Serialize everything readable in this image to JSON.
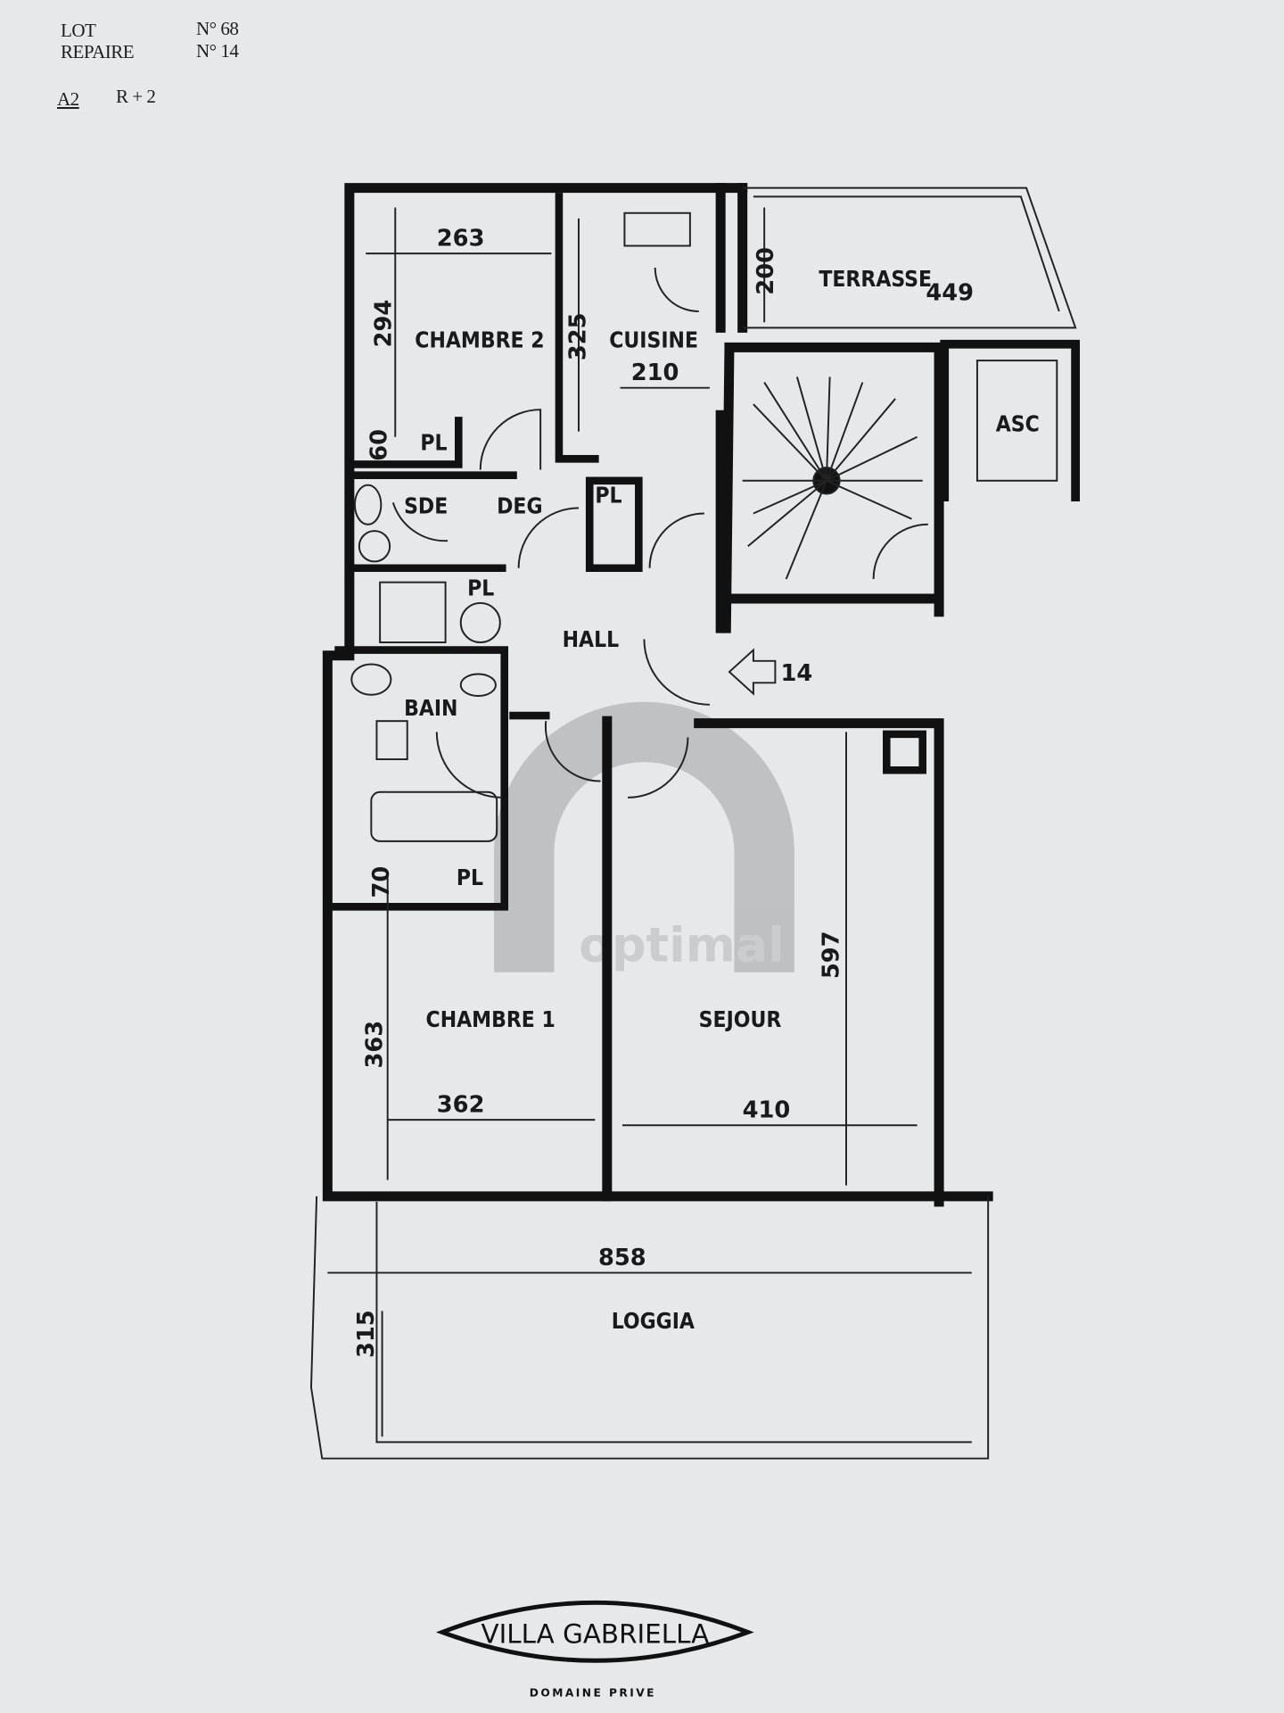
{
  "header": {
    "lot_label": "LOT",
    "lot_value": "N° 68",
    "repaire_label": "REPAIRE",
    "repaire_value": "N° 14",
    "building": "A2",
    "floor": "R + 2"
  },
  "rooms": {
    "chambre2": "CHAMBRE 2",
    "cuisine": "CUISINE",
    "terrasse": "TERRASSE",
    "asc": "ASC",
    "sde": "SDE",
    "deg": "DEG",
    "pl1": "PL",
    "pl2": "PL",
    "pl3": "PL",
    "pl4": "PL",
    "hall": "HALL",
    "bain": "BAIN",
    "chambre1": "CHAMBRE 1",
    "sejour": "SEJOUR",
    "loggia": "LOGGIA",
    "entrance": "14"
  },
  "dimensions": {
    "ch2_w": "263",
    "ch2_h": "294",
    "ch2_pl": "60",
    "cuis_h": "325",
    "cuis_w": "210",
    "terr_h": "200",
    "terr_w": "449",
    "bain_pl": "70",
    "ch1_h": "363",
    "ch1_w": "362",
    "sej_w": "410",
    "sej_h": "597",
    "loggia_w": "858",
    "loggia_h": "315"
  },
  "watermark": "optimal",
  "logo": {
    "name": "VILLA GABRIELLA",
    "subtitle": "DOMAINE PRIVE"
  }
}
